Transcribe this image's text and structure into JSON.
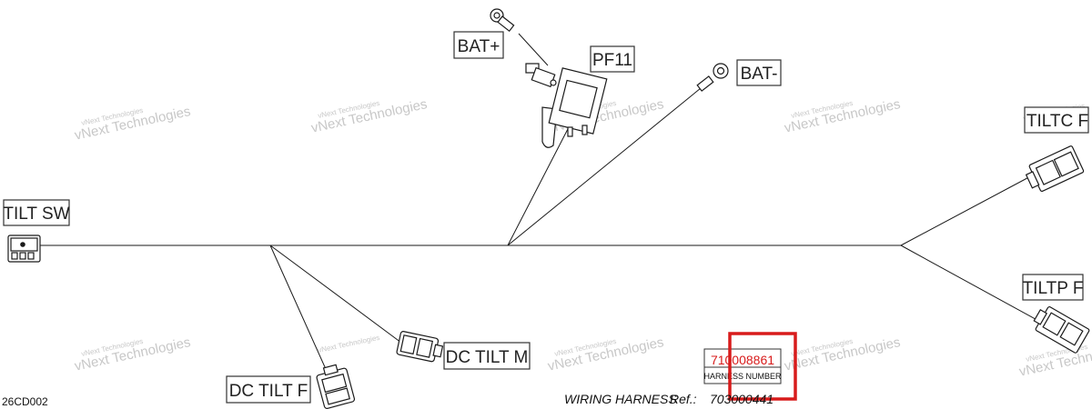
{
  "drawing_code": "26CD002",
  "watermark": "vNext Technologies",
  "labels": {
    "bat_plus": "BAT+",
    "pf11": "PF11",
    "bat_minus": "BAT-",
    "tilt_sw": "TILT SW",
    "tiltc_f": "TILTC F",
    "tiltp_f": "TILTP F",
    "dc_tilt_m": "DC TILT M",
    "dc_tilt_f": "DC TILT F"
  },
  "harness": {
    "number": "710008861",
    "number_label": "HARNESS NUMBER",
    "title": "WIRING HARNESS",
    "ref_label": "Ref.:",
    "ref_value": "703000441"
  },
  "colors": {
    "line": "#1a1a1a",
    "highlight": "#d81b1b",
    "watermark": "#c8c8c8"
  }
}
